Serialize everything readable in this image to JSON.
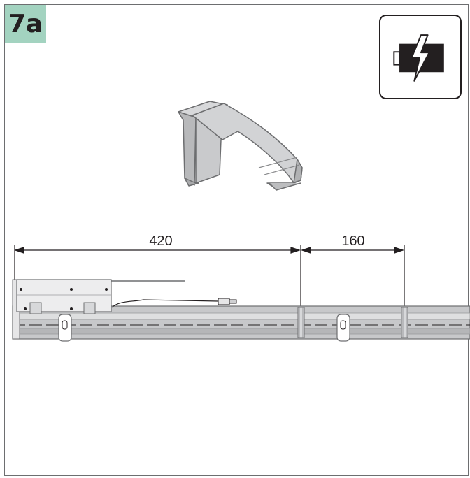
{
  "step": {
    "label": "7a",
    "badge_color": "#a3d3c0"
  },
  "icons": {
    "battery": "battery-charging-icon",
    "clip": "mounting-clip-icon"
  },
  "dimensions": {
    "first": "420",
    "second": "160"
  }
}
